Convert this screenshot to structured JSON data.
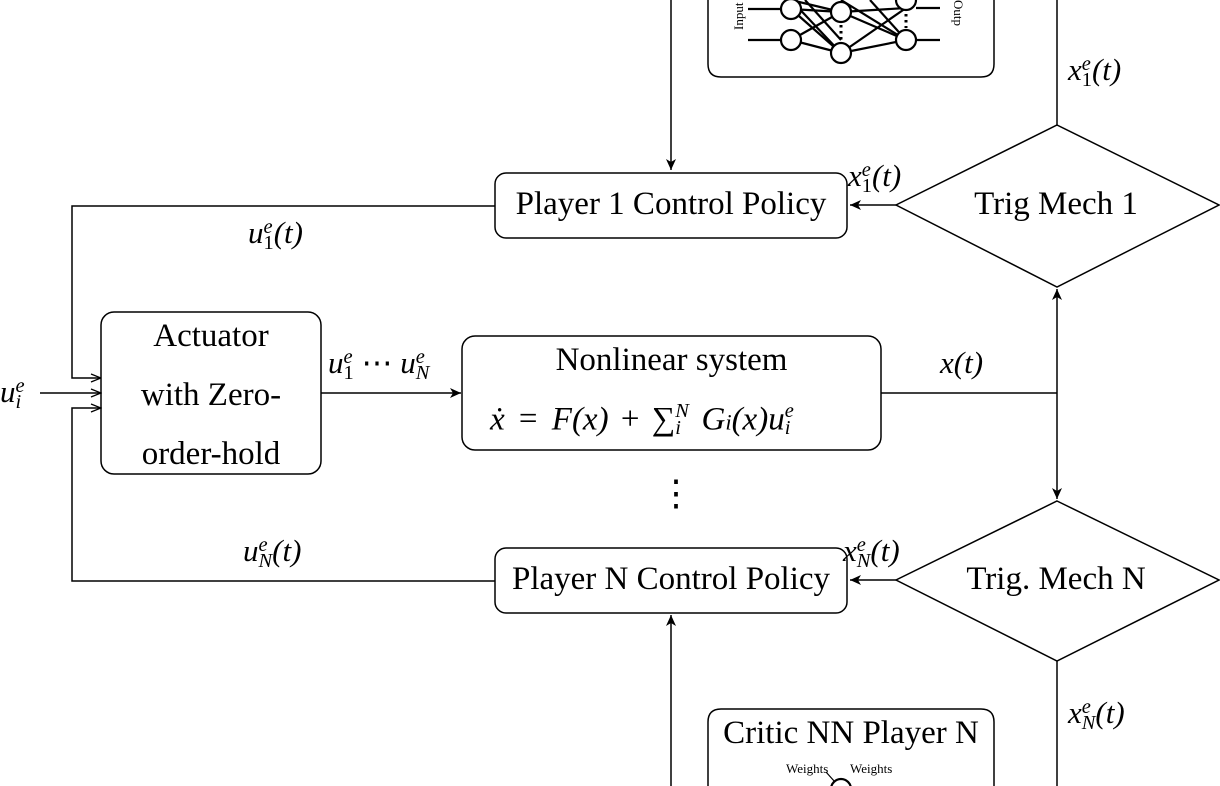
{
  "blocks": {
    "player1_policy": "Player 1 Control Policy",
    "playerN_policy": "Player N Control Policy",
    "trig1": "Trig Mech 1",
    "trigN": "Trig. Mech N",
    "actuator_line1": "Actuator",
    "actuator_line2": "with Zero-",
    "actuator_line3": "order-hold",
    "nonlinear_title": "Nonlinear system",
    "critic_n": "Critic NN Player N"
  },
  "nn_icon": {
    "input_label": "Input",
    "output_label": "Outp",
    "weights_left": "Weights",
    "weights_right": "Weights"
  },
  "signals": {
    "u1_var": "u",
    "u1_sup": "e",
    "u1_sub": "1",
    "u1_arg": "(t)",
    "uN_var": "u",
    "uN_sup": "e",
    "uN_sub": "N",
    "uN_arg": "(t)",
    "x1_var": "x",
    "x1_sup": "e",
    "x1_sub": "1",
    "x1_arg": "(t)",
    "xN_var": "x",
    "xN_sup": "e",
    "xN_sub": "N",
    "xN_arg": "(t)",
    "x_t": "x(t)",
    "ui_var": "u",
    "ui_sup": "e",
    "ui_sub": "i",
    "ellipsis": "⋯"
  },
  "equation": {
    "lhs": "ẋ",
    "eq": "=",
    "f": "F(x)",
    "plus": "+",
    "sum": "∑",
    "sum_sup": "N",
    "sum_sub": "i",
    "g": "G",
    "g_sub": "i",
    "g_arg": "(x)",
    "u": "u",
    "u_sup": "e",
    "u_sub": "i"
  },
  "vdots": "⋮"
}
